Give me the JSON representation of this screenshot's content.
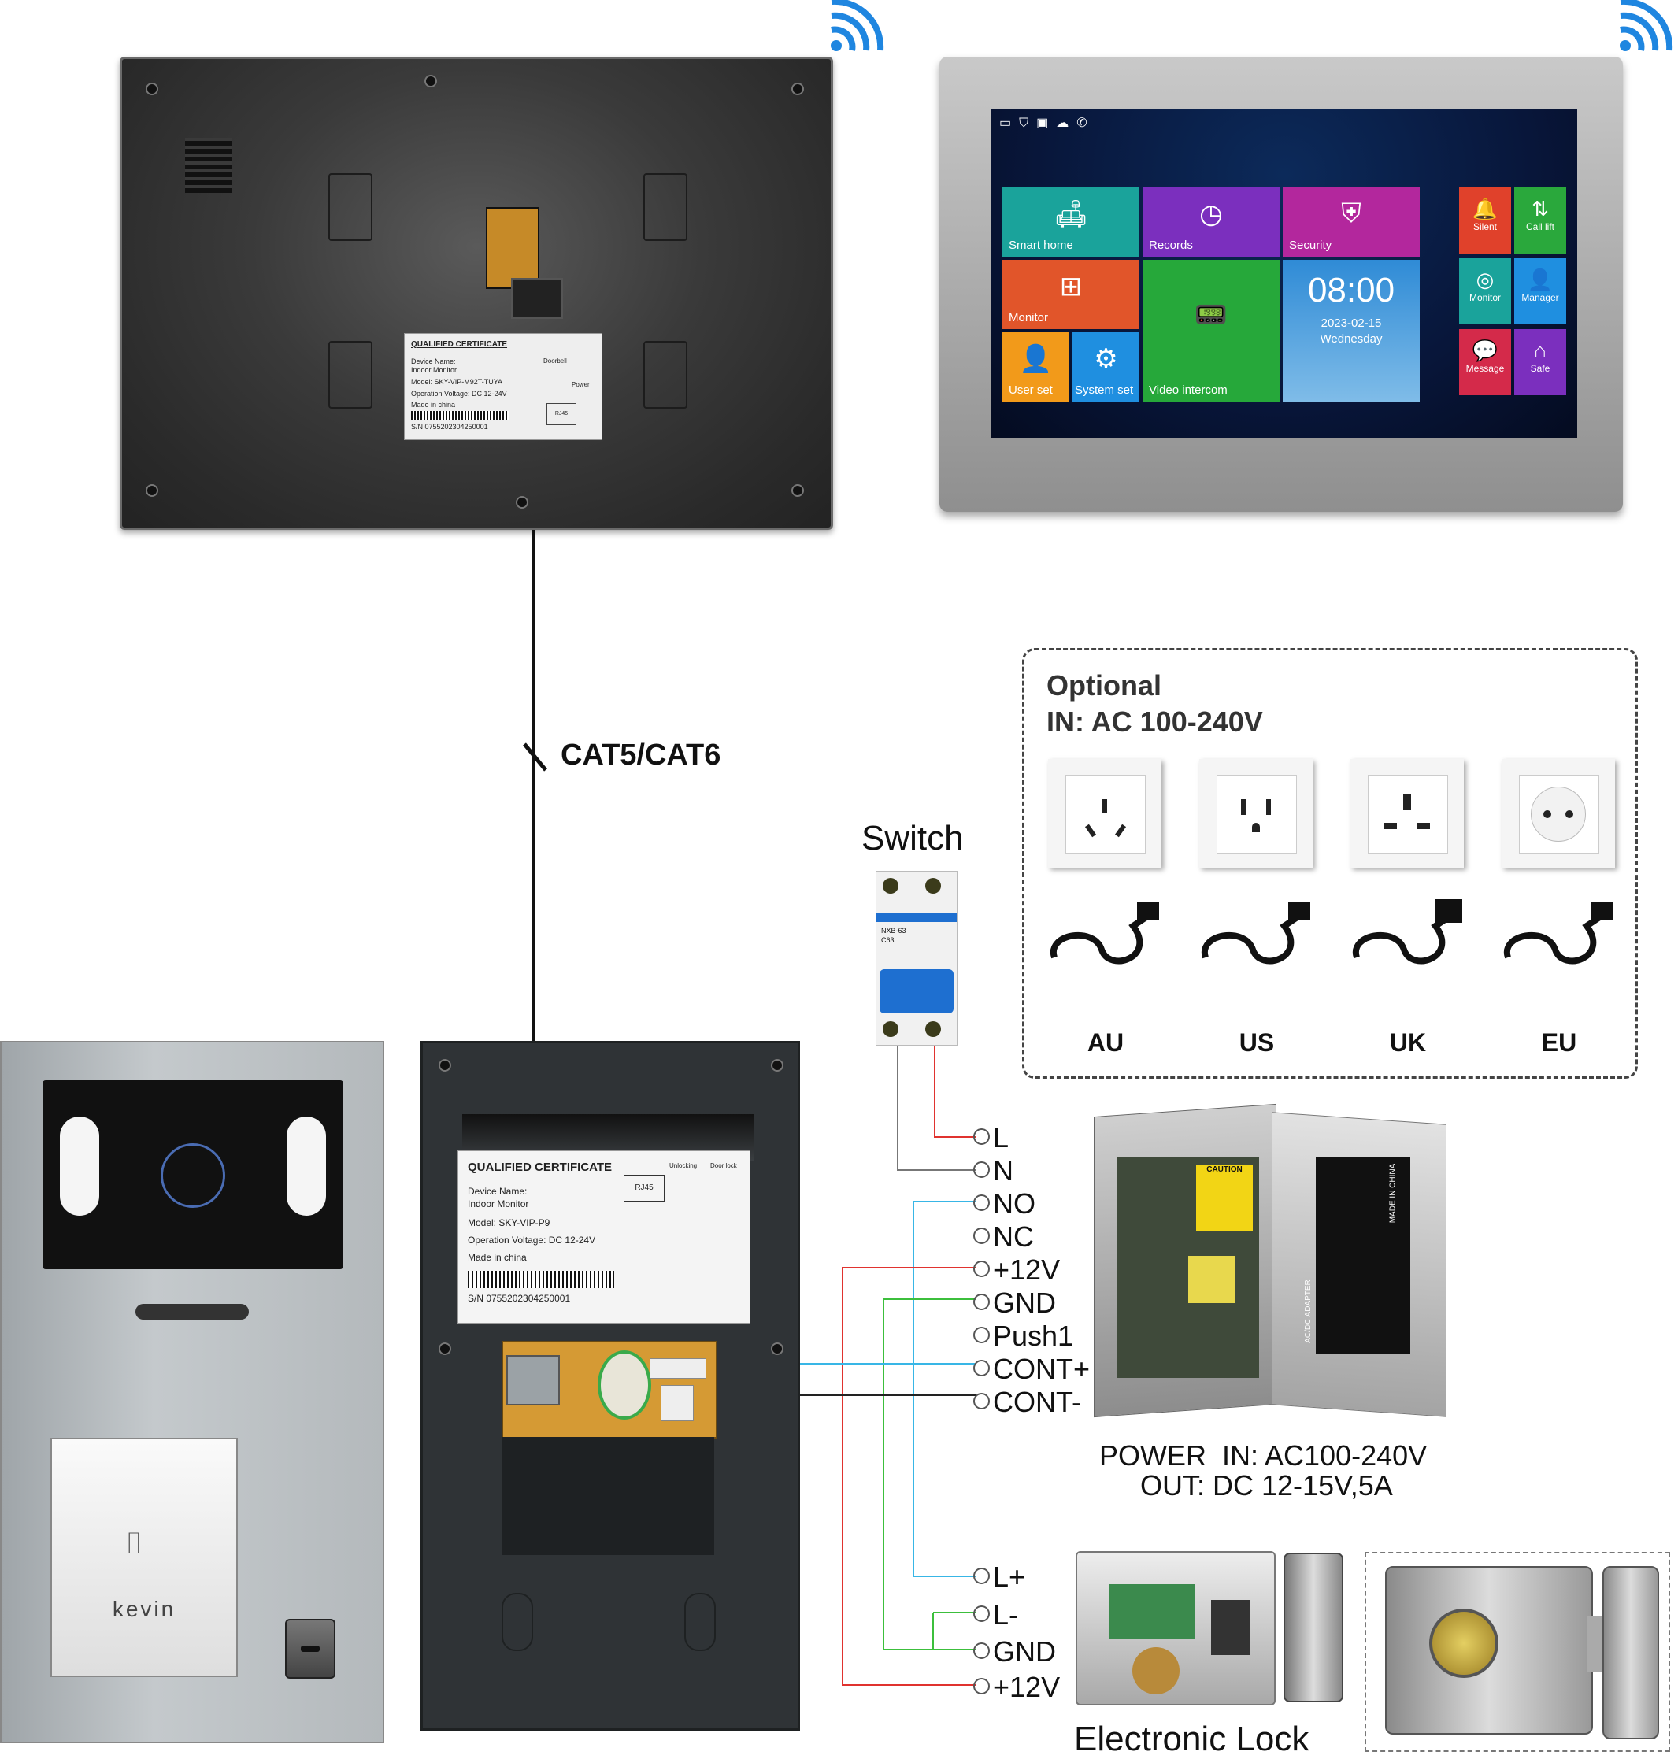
{
  "cable_label": "CAT5/CAT6",
  "switch_label": "Switch",
  "back_monitor_label": {
    "title": "QUALIFIED CERTIFICATE",
    "device": "Device Name:",
    "device_value": "Indoor Monitor",
    "model": "Model: SKY-VIP-M92T-TUYA",
    "voltage": "Operation Voltage: DC 12-24V",
    "made": "Made in china",
    "sn": "S/N 0755202304250001",
    "doorbell": "Doorbell",
    "power": "Power",
    "rj45": "RJ45"
  },
  "screen": {
    "status_icons": [
      "monitor-icon",
      "shield-icon",
      "image-icon",
      "chat-icon",
      "phone-icon"
    ],
    "tiles": {
      "smart_home": "Smart home",
      "records": "Records",
      "security": "Security",
      "monitor": "Monitor",
      "video_intercom": "Video intercom",
      "user_set": "User set",
      "system_set": "System set",
      "time": "08:00",
      "date": "2023-02-15",
      "weekday": "Wednesday"
    },
    "side": {
      "silent": "Silent",
      "call_lift": "Call lift",
      "monitor": "Monitor",
      "manager": "Manager",
      "message": "Message",
      "safe": "Safe"
    },
    "colors": {
      "smart_home": "#1aa39b",
      "records": "#7b2fbe",
      "security": "#b3279d",
      "monitor": "#e1552a",
      "video_intercom": "#26a83a",
      "clock": "#2f8bd6",
      "user_set": "#f29a1a",
      "system_set": "#1f8fe0"
    }
  },
  "optional": {
    "title": "Optional",
    "input": "IN: AC 100-240V",
    "plugs": [
      "AU",
      "US",
      "UK",
      "EU"
    ]
  },
  "door_back_label": {
    "title": "QUALIFIED CERTIFICATE",
    "device": "Device Name:",
    "device_value": "Indoor Monitor",
    "model": "Model: SKY-VIP-P9",
    "voltage": "Operation Voltage: DC 12-24V",
    "made": "Made in china",
    "sn": "S/N 0755202304250001",
    "rj45": "RJ45",
    "unlocking": "Unlocking",
    "door_lock": "Door lock"
  },
  "door_station": {
    "brand": "kevin"
  },
  "breaker_label": {
    "model": "NXB-63",
    "rating": "C63"
  },
  "terminals": [
    "L",
    "N",
    "NO",
    "NC",
    "+12V",
    "GND",
    "Push1",
    "CONT+",
    "CONT-"
  ],
  "power": {
    "line1": "POWER  IN: AC100-240V",
    "line2": "OUT: DC 12-15V,5A",
    "caution": "CAUTION",
    "adapter": "AC/DC ADAPTER",
    "made": "MADE IN CHINA"
  },
  "lock_terminals": [
    "L+",
    "L-",
    "GND",
    "+12V"
  ],
  "lock_label": "Electronic Lock",
  "wire_colors": {
    "red": "#e0332f",
    "blue": "#38b6e6",
    "green": "#3cbf3c",
    "black": "#222222",
    "gray": "#777777"
  }
}
